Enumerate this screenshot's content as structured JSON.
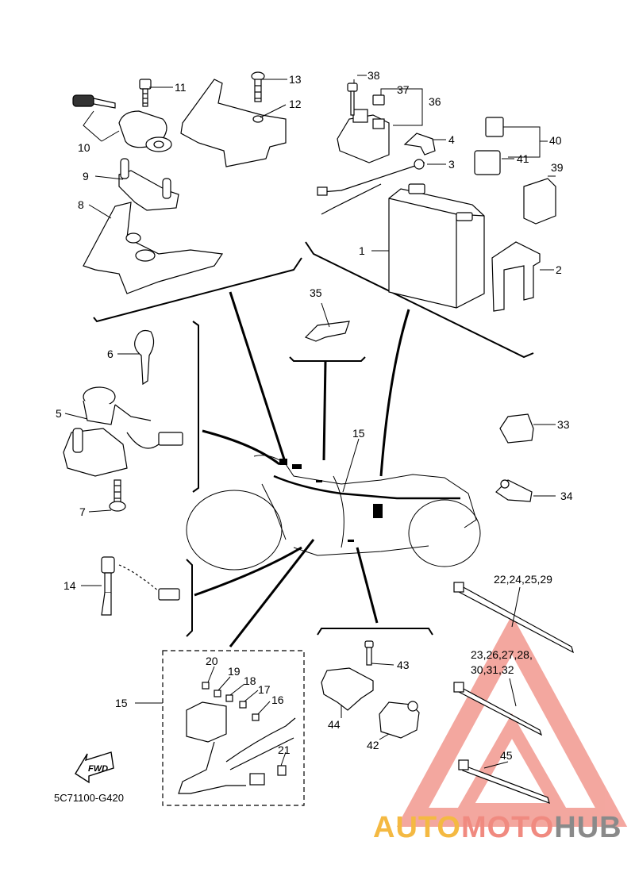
{
  "callouts": {
    "c1": "1",
    "c2": "2",
    "c3": "3",
    "c4": "4",
    "c5": "5",
    "c6": "6",
    "c7": "7",
    "c8": "8",
    "c9": "9",
    "c10": "10",
    "c11": "11",
    "c12": "12",
    "c13": "13",
    "c14": "14",
    "c15a": "15",
    "c15b": "15",
    "c16": "16",
    "c17": "17",
    "c18": "18",
    "c19": "19",
    "c20": "20",
    "c21": "21",
    "c22": "22,24,25,29",
    "c23a": "23,26,27,28,",
    "c23b": "30,31,32",
    "c33": "33",
    "c34": "34",
    "c35": "35",
    "c36": "36",
    "c37": "37",
    "c38": "38",
    "c39": "39",
    "c40": "40",
    "c41": "41",
    "c42": "42",
    "c43": "43",
    "c44": "44",
    "c45": "45"
  },
  "diagram_code": "5C71100-G420",
  "fwd_label": "FWD",
  "watermark": {
    "part1": "AUTO",
    "part2": "MOTO",
    "part3": "HUB",
    "color_orange": "#f4b942",
    "color_red": "#f08a80",
    "color_gray": "#8a8a8a"
  }
}
